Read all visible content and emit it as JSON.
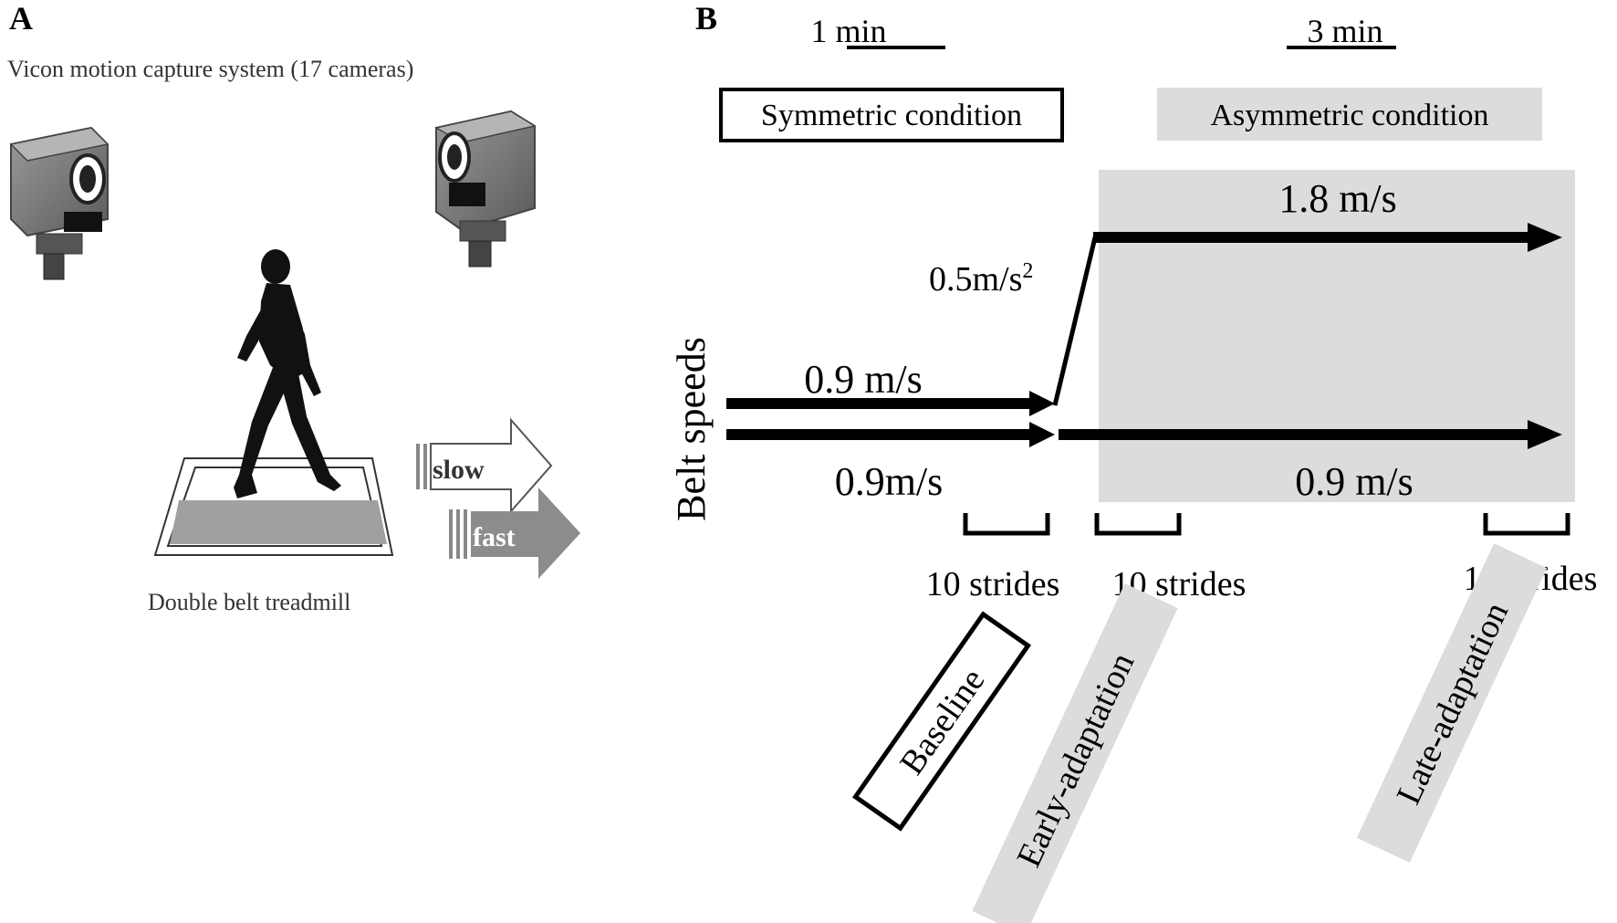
{
  "panel_a": {
    "label": "A",
    "title": "Vicon motion capture system (17 cameras)",
    "slow_label": "slow",
    "fast_label": "fast",
    "treadmill_caption": "Double belt treadmill",
    "icons": [
      "camera-icon",
      "camera-icon",
      "walking-person-icon",
      "treadmill-icon",
      "slow-arrow-icon",
      "fast-arrow-icon"
    ]
  },
  "panel_b": {
    "label": "B",
    "scale_1": "1 min",
    "scale_2": "3 min",
    "symmetric_condition": "Symmetric condition",
    "asymmetric_condition": "Asymmetric condition",
    "y_axis_label": "Belt speeds",
    "speed_fast": "1.8 m/s",
    "acceleration": "0.5m/s",
    "acceleration_sup": "2",
    "speed_top_sym": "0.9 m/s",
    "speed_bottom_sym": "0.9m/s",
    "speed_bottom_asym": "0.9 m/s",
    "strides_1": "10 strides",
    "strides_2": "10 strides",
    "strides_3": "10 strides",
    "phase_baseline": "Baseline",
    "phase_early": "Early-adaptation",
    "phase_late": "Late-adaptation",
    "colors": {
      "asymmetric_shade": "#dcdcdc",
      "fast_arrow": "#8c8c8c",
      "treadmill_belt": "#a0a0a0"
    }
  }
}
